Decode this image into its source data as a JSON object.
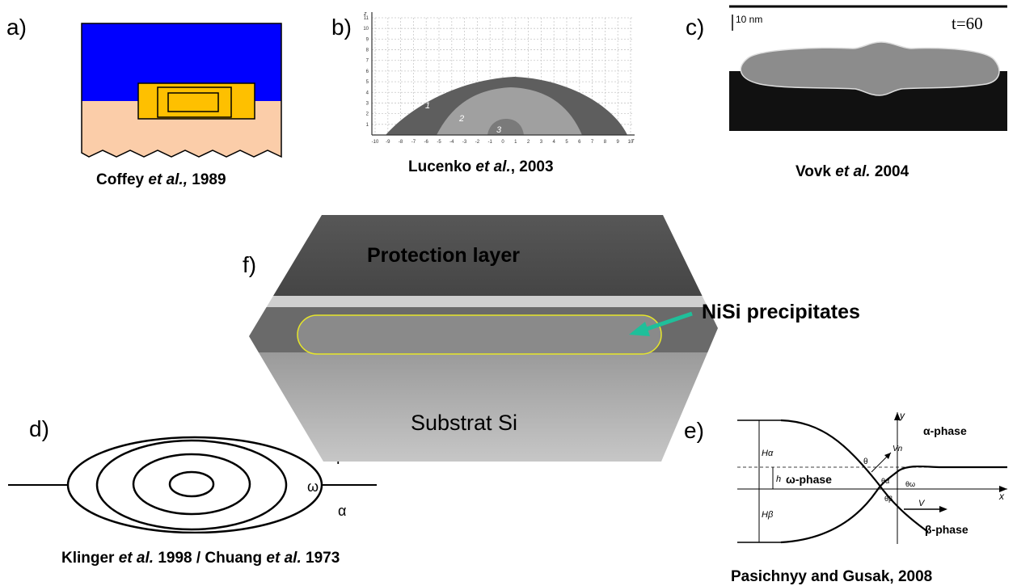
{
  "panels": {
    "a": {
      "letter": "a)",
      "caption": {
        "pre": "Coffey ",
        "em": "et al.,",
        "post": " 1989"
      }
    },
    "b": {
      "letter": "b)",
      "caption": {
        "pre": "Lucenko ",
        "em": "et al.",
        "post": ", 2003"
      },
      "region_labels": [
        "1",
        "2",
        "3"
      ],
      "x_ticks": [
        "-10",
        "-9",
        "-8",
        "-7",
        "-6",
        "-5",
        "-4",
        "-3",
        "-2",
        "-1",
        "0",
        "1",
        "2",
        "3",
        "4",
        "5",
        "6",
        "7",
        "8",
        "9",
        "10"
      ],
      "y_ticks": [
        "1",
        "2",
        "3",
        "4",
        "5",
        "6",
        "7",
        "8",
        "9",
        "10",
        "11"
      ],
      "x_axis": "r",
      "y_axis": "z"
    },
    "c": {
      "letter": "c)",
      "caption": {
        "pre": "Vovk ",
        "em": "et al.",
        "post": " 2004"
      },
      "scale_bar": "10 nm",
      "time_label": "t=60"
    },
    "d": {
      "letter": "d)",
      "caption": {
        "pre": "Klinger ",
        "em": "et al.",
        "mid": " 1998 / Chuang ",
        "em2": "et al.",
        "post": " 1973"
      },
      "beta": "β",
      "omega": "ω",
      "alpha": "α"
    },
    "e": {
      "letter": "e)",
      "caption": "Pasichnyy and Gusak, 2008",
      "alpha_phase": "α-phase",
      "omega_phase": "ω-phase",
      "beta_phase": "β-phase",
      "y_axis": "y",
      "x_axis": "x",
      "H_alpha": "Hα",
      "H_beta": "Hβ",
      "h": "h",
      "Vn": "Vn",
      "V": "V",
      "theta": "θ",
      "theta_a": "θα",
      "theta_b": "θβ",
      "theta_w": "θω"
    },
    "f": {
      "letter": "f)",
      "protection": "Protection layer",
      "precipitates": "NiSi precipitates",
      "substrate": "Substrat Si"
    }
  },
  "colors": {
    "blue": "#0000ff",
    "peach": "#fbcda9",
    "gold": "#fec000",
    "grid": "#c8c8c8",
    "dark": "#5a5a5a",
    "mid": "#9a9a9a",
    "arrow": "#1fbf9a",
    "outline": "#e6e62a"
  }
}
